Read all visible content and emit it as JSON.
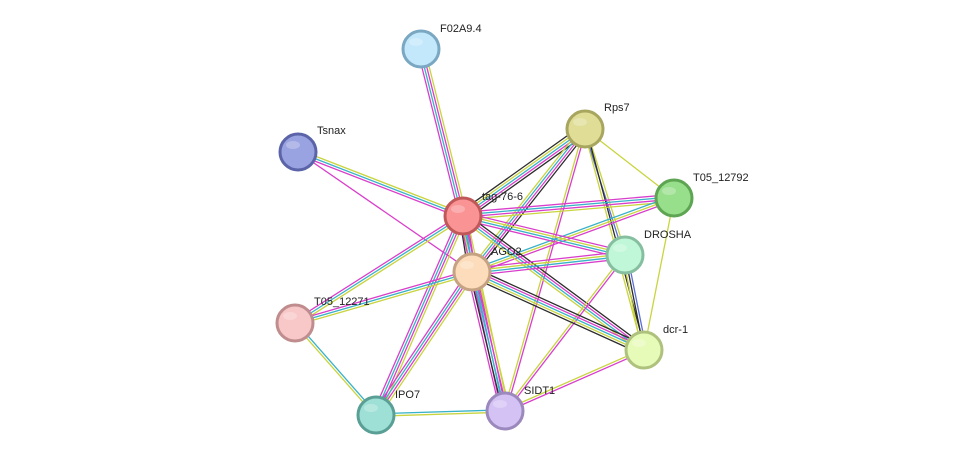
{
  "network": {
    "nodes": [
      {
        "id": "F02A9.4",
        "label": "F02A9.4",
        "fill": "#c3e7fb",
        "stroke": "#7aa7c2"
      },
      {
        "id": "Tsnax",
        "label": "Tsnax",
        "fill": "#9aa3e1",
        "stroke": "#5b64a8"
      },
      {
        "id": "Rps7",
        "label": "Rps7",
        "fill": "#dfdd96",
        "stroke": "#a7a55e"
      },
      {
        "id": "T05_12792",
        "label": "T05_12792",
        "fill": "#98df8c",
        "stroke": "#5ea553"
      },
      {
        "id": "tag-76-6",
        "label": "tag-76-6",
        "fill": "#f99394",
        "stroke": "#c05859"
      },
      {
        "id": "DROSHA",
        "label": "DROSHA",
        "fill": "#c0f7d8",
        "stroke": "#86bf9f"
      },
      {
        "id": "AGO2",
        "label": "AGO2",
        "fill": "#fcdcbb",
        "stroke": "#c5a281"
      },
      {
        "id": "T05_12271",
        "label": "T05_12271",
        "fill": "#f8c7c7",
        "stroke": "#bf8d8d"
      },
      {
        "id": "dcr-1",
        "label": "dcr-1",
        "fill": "#e7fbb9",
        "stroke": "#aec27e"
      },
      {
        "id": "IPO7",
        "label": "IPO7",
        "fill": "#9fe0d6",
        "stroke": "#5a9f95"
      },
      {
        "id": "SIDT1",
        "label": "SIDT1",
        "fill": "#d5c2f4",
        "stroke": "#9b88bc"
      }
    ],
    "edge_colors": {
      "text_mining": "#c9d43f",
      "experimental": "#d93ecb",
      "database": "#38b2c8",
      "coexpression": "#2c2c2c",
      "homology": "#5a6fd6"
    },
    "edges": [
      {
        "source": "F02A9.4",
        "target": "tag-76-6",
        "types": [
          "text_mining",
          "experimental",
          "database",
          "experimental"
        ]
      },
      {
        "source": "Tsnax",
        "target": "tag-76-6",
        "types": [
          "text_mining",
          "database",
          "experimental"
        ]
      },
      {
        "source": "Tsnax",
        "target": "AGO2",
        "types": [
          "experimental"
        ]
      },
      {
        "source": "Rps7",
        "target": "tag-76-6",
        "types": [
          "coexpression",
          "experimental",
          "database",
          "text_mining",
          "coexpression"
        ]
      },
      {
        "source": "Rps7",
        "target": "AGO2",
        "types": [
          "coexpression",
          "experimental",
          "database",
          "text_mining"
        ]
      },
      {
        "source": "Rps7",
        "target": "T05_12792",
        "types": [
          "text_mining"
        ]
      },
      {
        "source": "Rps7",
        "target": "DROSHA",
        "types": [
          "text_mining",
          "homology"
        ]
      },
      {
        "source": "Rps7",
        "target": "dcr-1",
        "types": [
          "coexpression",
          "text_mining"
        ]
      },
      {
        "source": "Rps7",
        "target": "SIDT1",
        "types": [
          "experimental",
          "text_mining"
        ]
      },
      {
        "source": "T05_12792",
        "target": "tag-76-6",
        "types": [
          "text_mining",
          "experimental",
          "database",
          "experimental"
        ]
      },
      {
        "source": "T05_12792",
        "target": "AGO2",
        "types": [
          "experimental",
          "text_mining",
          "database"
        ]
      },
      {
        "source": "T05_12792",
        "target": "dcr-1",
        "types": [
          "text_mining"
        ]
      },
      {
        "source": "tag-76-6",
        "target": "DROSHA",
        "types": [
          "experimental",
          "text_mining",
          "database",
          "experimental"
        ]
      },
      {
        "source": "tag-76-6",
        "target": "AGO2",
        "types": [
          "experimental",
          "database",
          "text_mining",
          "coexpression"
        ]
      },
      {
        "source": "tag-76-6",
        "target": "T05_12271",
        "types": [
          "text_mining",
          "database",
          "experimental"
        ]
      },
      {
        "source": "tag-76-6",
        "target": "dcr-1",
        "types": [
          "coexpression",
          "experimental",
          "database",
          "text_mining"
        ]
      },
      {
        "source": "tag-76-6",
        "target": "IPO7",
        "types": [
          "text_mining",
          "experimental",
          "database",
          "experimental"
        ]
      },
      {
        "source": "tag-76-6",
        "target": "SIDT1",
        "types": [
          "text_mining",
          "experimental",
          "database",
          "experimental"
        ]
      },
      {
        "source": "DROSHA",
        "target": "AGO2",
        "types": [
          "experimental",
          "database",
          "text_mining",
          "experimental"
        ]
      },
      {
        "source": "DROSHA",
        "target": "dcr-1",
        "types": [
          "homology",
          "coexpression",
          "text_mining"
        ]
      },
      {
        "source": "DROSHA",
        "target": "SIDT1",
        "types": [
          "experimental",
          "text_mining"
        ]
      },
      {
        "source": "AGO2",
        "target": "T05_12271",
        "types": [
          "text_mining",
          "database",
          "experimental"
        ]
      },
      {
        "source": "AGO2",
        "target": "dcr-1",
        "types": [
          "coexpression",
          "experimental",
          "database",
          "text_mining",
          "coexpression"
        ]
      },
      {
        "source": "AGO2",
        "target": "IPO7",
        "types": [
          "text_mining",
          "experimental",
          "database",
          "experimental"
        ]
      },
      {
        "source": "AGO2",
        "target": "SIDT1",
        "types": [
          "text_mining",
          "experimental",
          "database",
          "coexpression",
          "experimental"
        ]
      },
      {
        "source": "T05_12271",
        "target": "IPO7",
        "types": [
          "database",
          "text_mining"
        ]
      },
      {
        "source": "dcr-1",
        "target": "SIDT1",
        "types": [
          "experimental",
          "text_mining"
        ]
      },
      {
        "source": "IPO7",
        "target": "SIDT1",
        "types": [
          "database",
          "text_mining"
        ]
      }
    ]
  }
}
